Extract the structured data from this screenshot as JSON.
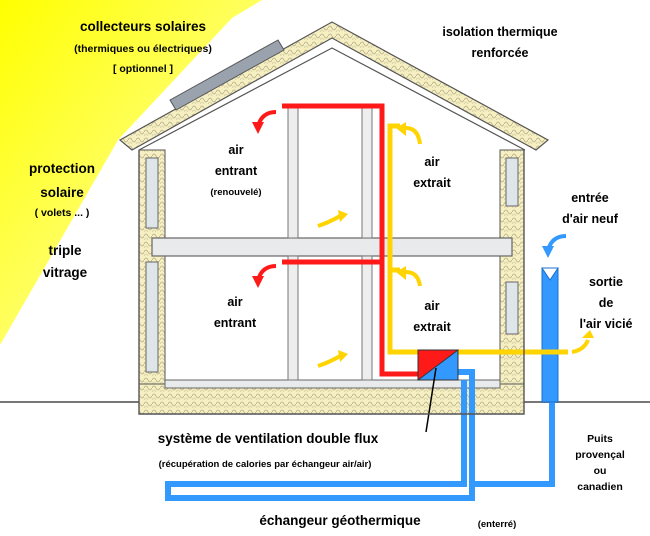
{
  "labels": {
    "collectors_title": "collecteurs solaires",
    "collectors_sub": "(thermiques ou électriques)",
    "collectors_opt": "[ optionnel ]",
    "insulation_1": "isolation thermique",
    "insulation_2": "renforcée",
    "protection_1": "protection",
    "protection_2": "solaire",
    "protection_3": "( volets ... )",
    "glazing_1": "triple",
    "glazing_2": "vitrage",
    "upper_intake_1": "air",
    "upper_intake_2": "entrant",
    "upper_intake_3": "(renouvelé)",
    "upper_extract_1": "air",
    "upper_extract_2": "extrait",
    "lower_intake_1": "air",
    "lower_intake_2": "entrant",
    "lower_extract_1": "air",
    "lower_extract_2": "extrait",
    "fresh_air_1": "entrée",
    "fresh_air_2": "d'air neuf",
    "stale_air_1": "sortie",
    "stale_air_2": "de",
    "stale_air_3": "l'air vicié",
    "ventilation_title": "système de ventilation double flux",
    "ventilation_sub": "(récupération de calories par échangeur air/air)",
    "well_1": "Puits",
    "well_2": "provençal",
    "well_3": "ou",
    "well_4": "canadien",
    "geo_title": "échangeur géothermique",
    "geo_sub": "(enterré)"
  },
  "colors": {
    "sun": "#ffff00",
    "insulation": "#f5efc2",
    "insulation_pattern": "#b9b08a",
    "supply_duct": "#ff1a1a",
    "extract_duct": "#ffd400",
    "fresh_duct": "#3399ff",
    "wall": "#555555",
    "glass": "#dfe6ea"
  }
}
